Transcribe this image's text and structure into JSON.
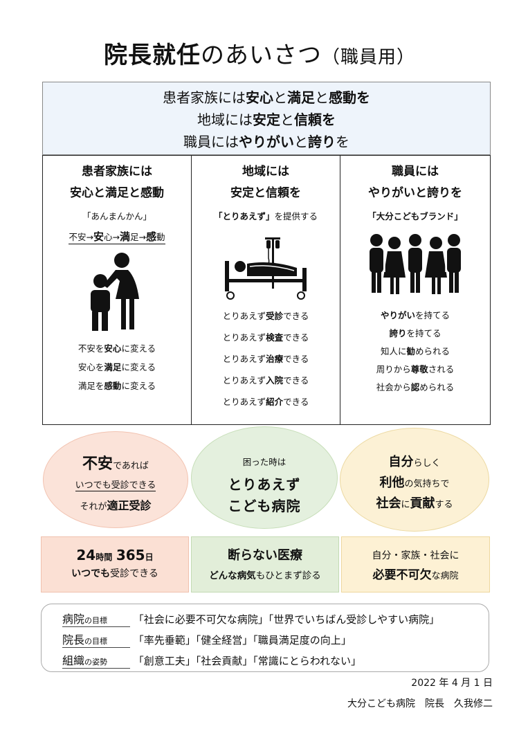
{
  "title": {
    "main": "院長就任",
    "rest": "のあいさつ",
    "paren": "（職員用）"
  },
  "motto": {
    "l1": [
      "患者家族には",
      "安心",
      "と",
      "満足",
      "と",
      "感動",
      "を"
    ],
    "l2": [
      "地域には",
      "安定",
      "と",
      "信頼",
      "を"
    ],
    "l3": [
      "職員には",
      "やりがい",
      "と",
      "誇り",
      "を"
    ]
  },
  "col1": {
    "h1": "患者家族には",
    "h2": "安心と満足と感動",
    "sub": "「あんまんかん」",
    "flow": [
      "不安→",
      "安",
      "心→",
      "満",
      "足→",
      "感",
      "動"
    ],
    "list": [
      [
        "不安を",
        "安心",
        "に変える"
      ],
      [
        "安心を",
        "満足",
        "に変える"
      ],
      [
        "満足を",
        "感動",
        "に変える"
      ]
    ]
  },
  "col2": {
    "h1": "地域には",
    "h2": "安定と信頼を",
    "sub_a": "「とりあえず」",
    "sub_b": "を提供する",
    "list": [
      [
        "とりあえず",
        "受診",
        "できる"
      ],
      [
        "とりあえず",
        "検査",
        "できる"
      ],
      [
        "とりあえず",
        "治療",
        "できる"
      ],
      [
        "とりあえず",
        "入院",
        "できる"
      ],
      [
        "とりあえず",
        "紹介",
        "できる"
      ]
    ]
  },
  "col3": {
    "h1": "職員には",
    "h2": "やりがいと誇りを",
    "sub": "「大分こどもブランド」",
    "list": [
      [
        "やりがい",
        "を持てる"
      ],
      [
        "誇り",
        "を持てる"
      ],
      [
        "知人に",
        "勧",
        "められる"
      ],
      [
        "周りから",
        "尊敬",
        "される"
      ],
      [
        "社会から",
        "認",
        "められる"
      ]
    ]
  },
  "circle1": {
    "a": "不安",
    "b": "であれば",
    "c": "いつでも受診できる",
    "d": "それが",
    "e": "適正受診"
  },
  "circle2": {
    "a": "困った時は",
    "b": "とりあえず",
    "c": "こども病院"
  },
  "circle3": {
    "a": "自分",
    "b": "らしく",
    "c": "利他",
    "d": "の気持ちで",
    "e": "社会",
    "f": "に",
    "g": "貢献",
    "h": "する"
  },
  "box1": {
    "n1": "24",
    "u1": "時間",
    "n2": "365",
    "u2": "日",
    "l2a": "いつでも",
    "l2b": "受診できる"
  },
  "box2": {
    "l1": "断らない医療",
    "l2a": "どんな",
    "l2b": "病気",
    "l2c": "もひとまず診る"
  },
  "box3": {
    "l1": "自分・家族・社会に",
    "l2a": "必要不可欠",
    "l2b": "な病院"
  },
  "goals": [
    {
      "g1": "病院",
      "g2": "の目標",
      "text": "「社会に必要不可欠な病院」「世界でいちばん受診しやすい病院」"
    },
    {
      "g1": "院長",
      "g2": "の目標",
      "text": "「率先垂範」「健全経営」「職員満足度の向上」"
    },
    {
      "g1": "組織",
      "g2": "の姿勢",
      "text": "「創意工夫」「社会貢献」「常識にとらわれない」"
    }
  ],
  "date": "2022 年 4 月 1 日",
  "signature": "大分こども病院　院長　久我修二"
}
